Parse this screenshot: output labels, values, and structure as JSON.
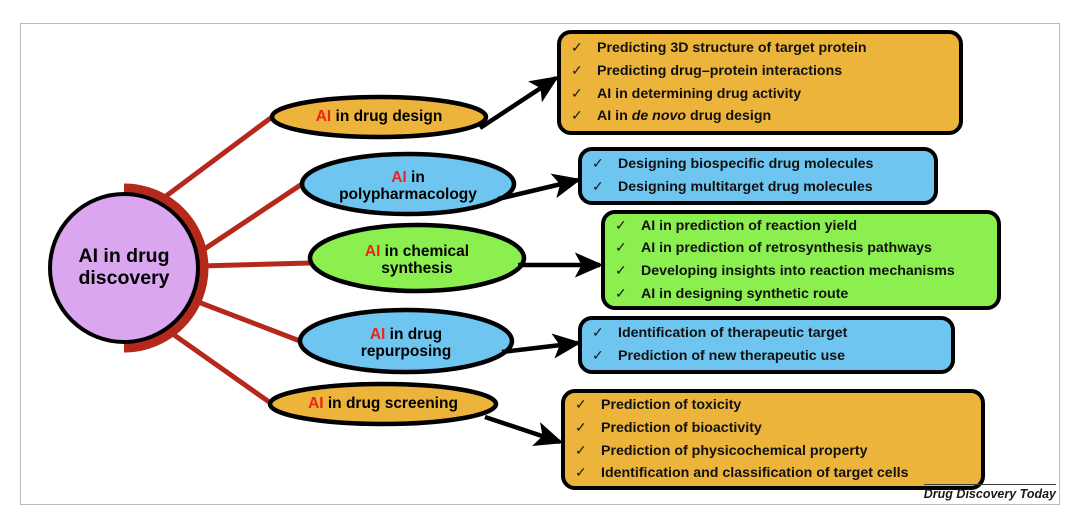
{
  "figure": {
    "credit": "Drug Discovery Today",
    "frame_border_color": "#bcbcbc",
    "background": "#ffffff"
  },
  "colors": {
    "hub_fill": "#d9a6ef",
    "hub_arc": "#b5291c",
    "connector_red": "#b5291c",
    "arrow_black": "#000000",
    "orange": "#edb43c",
    "blue": "#6ec6f0",
    "green": "#8bef4f",
    "ai_red": "#e8261c",
    "outline": "#000000"
  },
  "hub": {
    "name": "AI in drug discovery",
    "line1": "AI in drug",
    "line2": "discovery"
  },
  "branches": [
    {
      "id": "drug-design",
      "ellipse": {
        "color_name": "orange",
        "ai_prefix": "AI",
        "rest": " in drug design",
        "full": "AI in drug design"
      },
      "box": {
        "color_name": "orange",
        "items": [
          {
            "text": "Predicting 3D structure of target protein"
          },
          {
            "text": "Predicting drug–protein interactions"
          },
          {
            "text": "AI in determining drug activity"
          },
          {
            "pre": "AI in ",
            "italic": "de novo",
            "post": " drug design",
            "text": "AI in de novo drug design"
          }
        ]
      }
    },
    {
      "id": "polypharmacology",
      "ellipse": {
        "color_name": "blue",
        "ai_prefix": "AI",
        "rest": " in",
        "line2": "polypharmacology",
        "full": "AI in polypharmacology"
      },
      "box": {
        "color_name": "blue",
        "items": [
          {
            "text": "Designing biospecific drug molecules"
          },
          {
            "text": "Designing multitarget drug molecules"
          }
        ]
      }
    },
    {
      "id": "chemical-synthesis",
      "ellipse": {
        "color_name": "green",
        "ai_prefix": "AI",
        "rest": " in chemical",
        "line2": "synthesis",
        "full": "AI in chemical synthesis"
      },
      "box": {
        "color_name": "green",
        "items": [
          {
            "text": "AI in prediction of reaction yield"
          },
          {
            "text": "AI in prediction of retrosynthesis pathways"
          },
          {
            "text": "Developing insights into reaction mechanisms"
          },
          {
            "text": "AI in designing synthetic route"
          }
        ]
      }
    },
    {
      "id": "drug-repurposing",
      "ellipse": {
        "color_name": "blue",
        "ai_prefix": "AI",
        "rest": " in drug",
        "line2": "repurposing",
        "full": "AI in drug repurposing"
      },
      "box": {
        "color_name": "blue",
        "items": [
          {
            "text": "Identification of therapeutic target"
          },
          {
            "text": "Prediction of new therapeutic use"
          }
        ]
      }
    },
    {
      "id": "drug-screening",
      "ellipse": {
        "color_name": "orange",
        "ai_prefix": "AI",
        "rest": " in drug screening",
        "full": "AI in drug screening"
      },
      "box": {
        "color_name": "orange",
        "items": [
          {
            "text": "Prediction of toxicity"
          },
          {
            "text": "Prediction of bioactivity"
          },
          {
            "text": "Prediction of physicochemical property"
          },
          {
            "text": "Identification and classification of target cells"
          }
        ]
      }
    }
  ],
  "icons": {
    "check": "✓"
  }
}
